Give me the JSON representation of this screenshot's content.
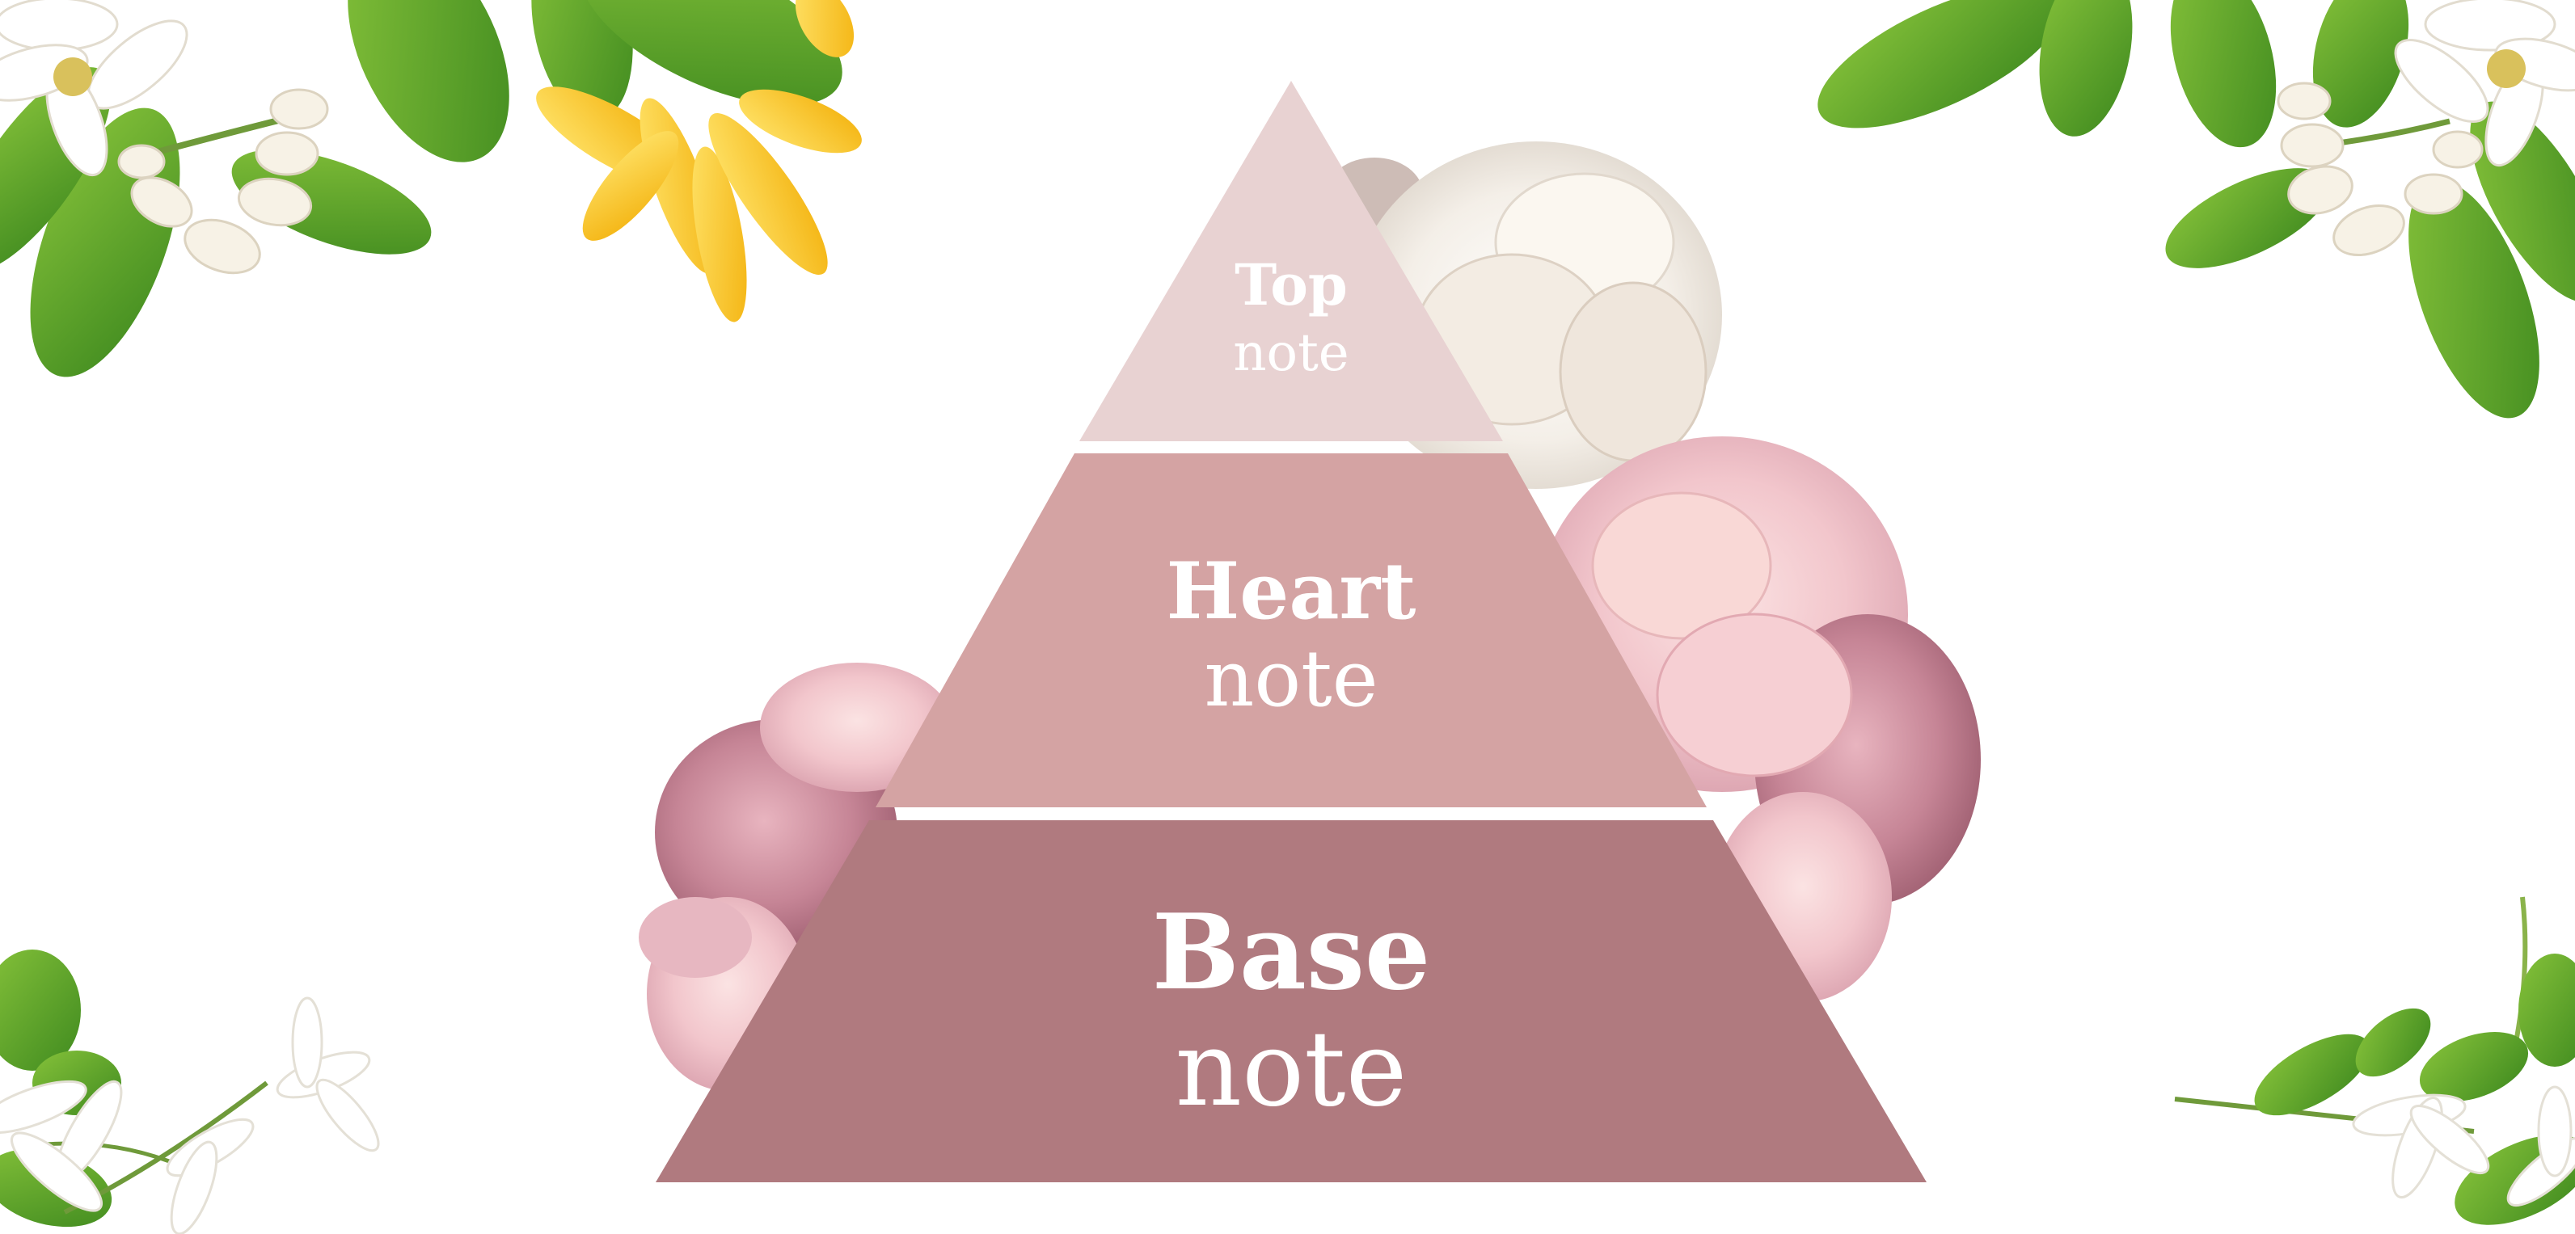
{
  "colors": {
    "background": "#ffffff",
    "top_tier": "#e8d2d2",
    "heart_tier": "#d4a3a3",
    "base_tier": "#b07a7f",
    "separator": "#ffffff",
    "label_text": "#ffffff"
  },
  "pyramid": {
    "tiers": [
      {
        "id": "top",
        "title": "Top",
        "subtitle": "note"
      },
      {
        "id": "heart",
        "title": "Heart",
        "subtitle": "note"
      },
      {
        "id": "base",
        "title": "Base",
        "subtitle": "note"
      }
    ]
  },
  "decorations": [
    "orange-blossom-branch-top-left",
    "ylang-ylang-flower",
    "white-peony",
    "pink-peony-cluster-right",
    "pink-peony-cluster-left",
    "orange-blossom-branch-top-right",
    "jasmine-branch-bottom-left",
    "jasmine-branch-bottom-right"
  ]
}
